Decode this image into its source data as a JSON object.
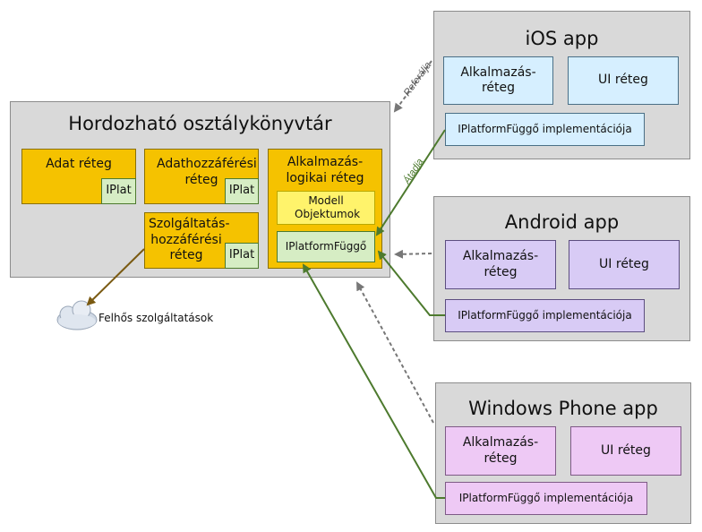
{
  "portable": {
    "title": "Hordozható osztálykönyvtár",
    "data_layer": "Adat réteg",
    "data_access_layer": "Adathozzáférési réteg",
    "service_access_layer": "Szolgáltatás-hozzáférési réteg",
    "app_logic_layer": "Alkalmazás-logikai réteg",
    "models": "Modell Objektumok",
    "iplat": "IPlat",
    "iplatform": "IPlatformFüggő"
  },
  "cloud": {
    "label": "Felhős szolgáltatások"
  },
  "apps": [
    {
      "title": "iOS app",
      "app_layer": "Alkalmazás-réteg",
      "ui_layer": "UI réteg",
      "impl": "IPlatformFüggő implementációja"
    },
    {
      "title": "Android app",
      "app_layer": "Alkalmazás-réteg",
      "ui_layer": "UI réteg",
      "impl": "IPlatformFüggő implementációja"
    },
    {
      "title": "Windows Phone app",
      "app_layer": "Alkalmazás-réteg",
      "ui_layer": "UI réteg",
      "impl": "IPlatformFüggő implementációja"
    }
  ],
  "arrows": {
    "reference": "Referálja",
    "pass": "Átadja"
  },
  "colors": {
    "panel": "#d9d9d9",
    "orange": "#f5c200",
    "green": "#d6edc4",
    "ios": "#d6efff",
    "android": "#d8cbf5",
    "wp": "#eec9f5",
    "green_arrow": "#4d7a2e",
    "brown_arrow": "#7a5a12",
    "dashed_arrow": "#777777"
  }
}
